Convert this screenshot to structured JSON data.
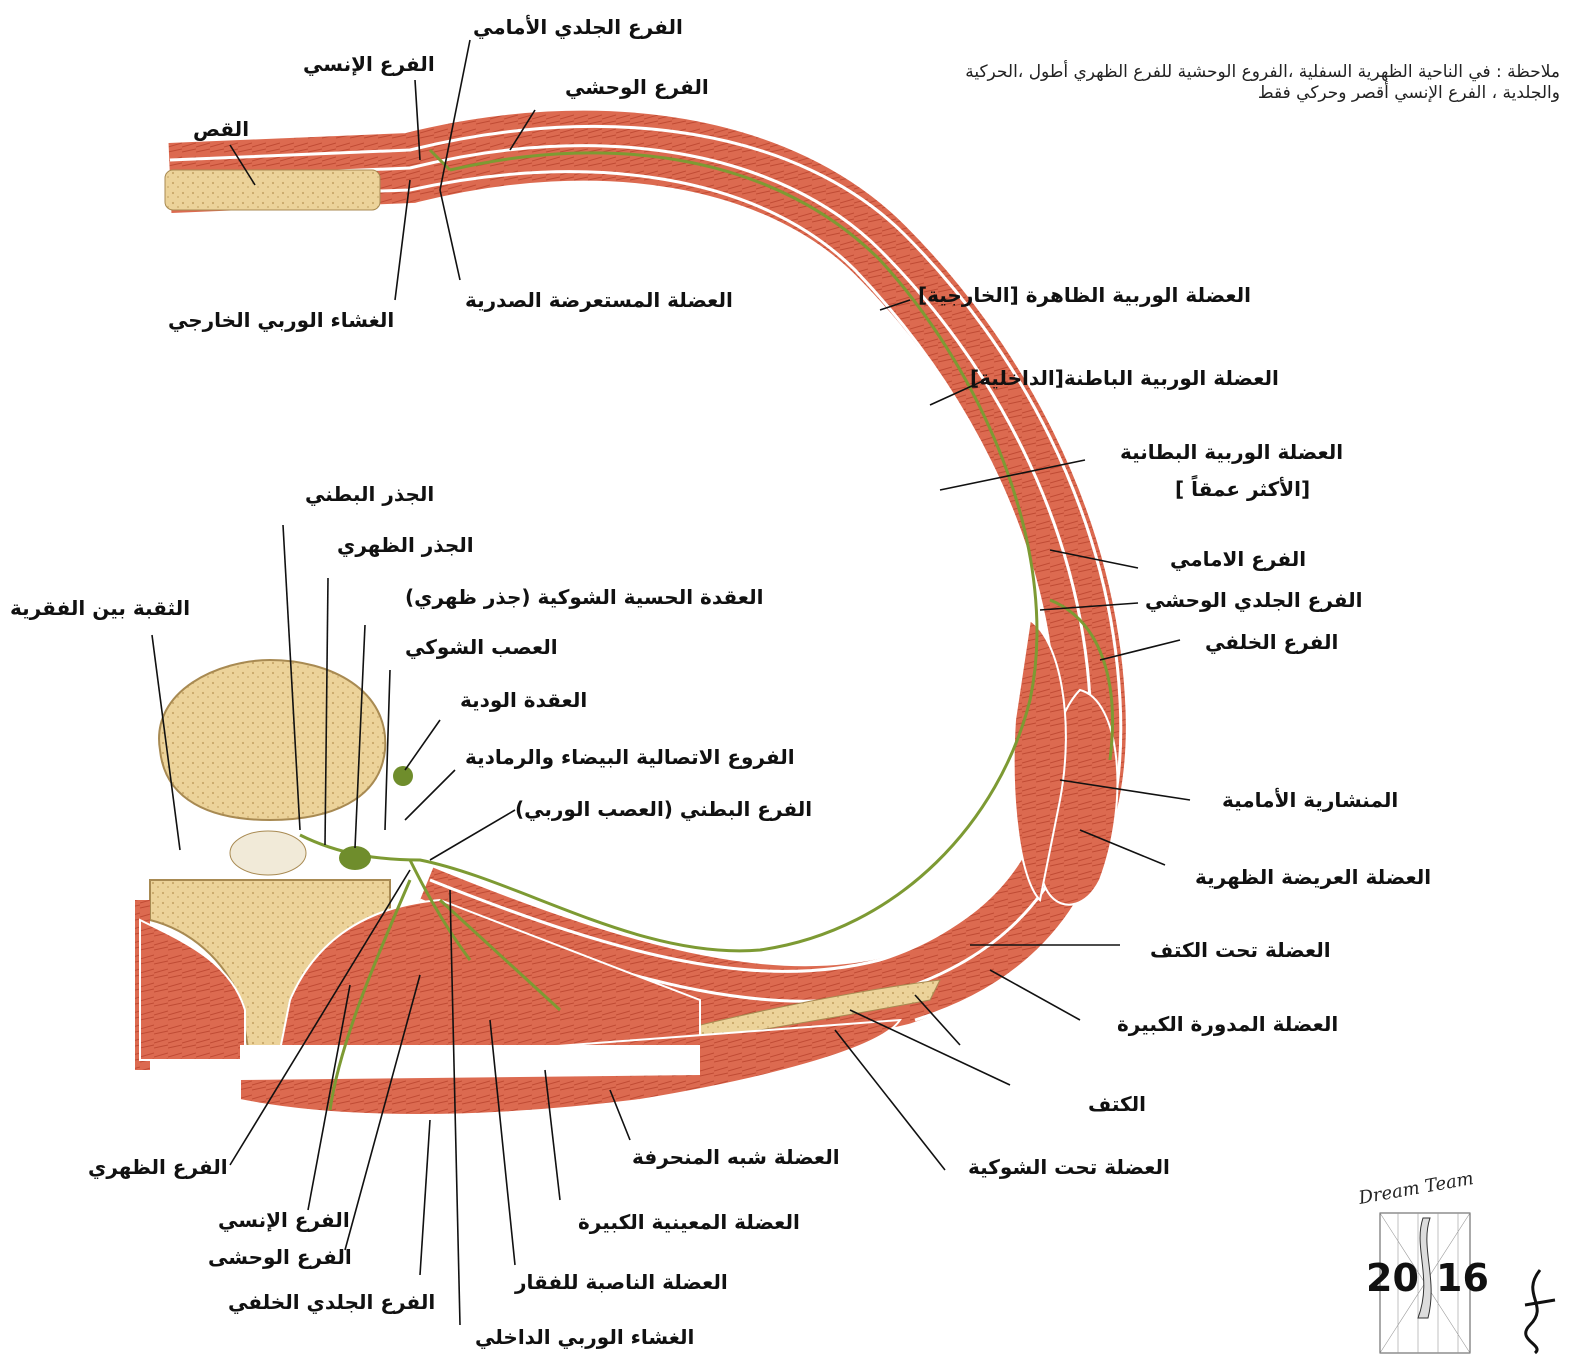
{
  "note": "ملاحظة : في الناحية الظهرية السفلية ،الفروع الوحشية للفرع الظهري أطول ،الحركية والجلدية ، الفرع الإنسي أقصر وحركي فقط",
  "labels": {
    "anterior_cutaneous_top": "الفرع الجلدي الأمامي",
    "medial_branch_top": "الفرع الإنسي",
    "lateral_branch_top": "الفرع الوحشي",
    "sternum": "القص",
    "external_intercostal_membrane": "الغشاء الوربي الخارجي",
    "transversus_thoracis": "العضلة المستعرضة الصدرية",
    "external_intercostal": "العضلة الوربية الظاهرة [الخارجية]",
    "internal_intercostal": "العضلة الوربية الباطنة[الداخلية]",
    "innermost_intercostal_1": "العضلة الوربية البطانية",
    "innermost_intercostal_2": "[الأكثر عمقاً ]",
    "anterior_branch": "الفرع الامامي",
    "lateral_cutaneous_branch": "الفرع الجلدي الوحشي",
    "posterior_branch": "الفرع الخلفي",
    "ventral_root": "الجذر البطني",
    "dorsal_root": "الجذر الظهري",
    "dorsal_root_ganglion": "العقدة الحسية الشوكية (جذر ظهري)",
    "intervertebral_foramen": "الثقبة بين الفقرية",
    "spinal_nerve": "العصب الشوكي",
    "sympathetic_ganglion": "العقدة الودية",
    "rami_communicantes": "الفروع الاتصالية البيضاء والرمادية",
    "ventral_ramus": "الفرع البطني (العصب الوربي)",
    "serratus_anterior": "المنشارية الأمامية",
    "latissimus_dorsi": "العضلة العريضة الظهرية",
    "subscapularis": "العضلة تحت الكتف",
    "teres_major": "العضلة المدورة الكبيرة",
    "scapula": "الكتف",
    "infraspinatus": "العضلة تحت الشوكية",
    "trapezius": "العضلة شبه المنحرفة",
    "rhomboid_major": "العضلة المعينية الكبيرة",
    "erector_spinae": "العضلة الناصبة للفقار",
    "internal_intercostal_membrane": "الغشاء الوربي الداخلي",
    "dorsal_ramus": "الفرع الظهري",
    "medial_branch": "الفرع الإنسي",
    "lateral_branch": "الفرع الوحشى",
    "posterior_cutaneous_branch": "الفرع الجلدي الخلفي"
  },
  "logo": {
    "team": "Dream Team",
    "year_left": "20",
    "year_right": "16"
  },
  "colors": {
    "muscle": "#d9604a",
    "muscle_dark": "#b8412f",
    "bone": "#ecd39a",
    "nerve": "#7d9a33",
    "membrane": "#b9c3c6"
  }
}
